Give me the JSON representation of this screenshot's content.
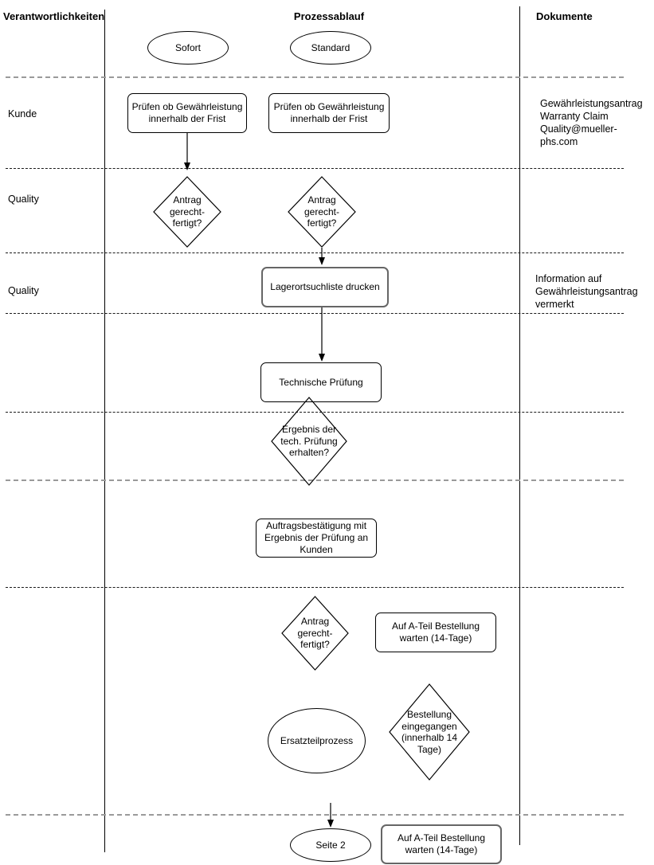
{
  "header": {
    "responsibilities": "Verantwortlichkeiten",
    "process": "Prozessablauf",
    "documents": "Dokumente"
  },
  "lanes": {
    "lane1": "Kunde",
    "lane2": "Quality",
    "lane3": "Quality"
  },
  "nodes": {
    "start_sofort": "Sofort",
    "start_standard": "Standard",
    "check_warranty_1": "Prüfen ob Gewährleistung innerhalb der Frist",
    "check_warranty_2": "Prüfen ob Gewährleistung innerhalb der Frist",
    "justified_1": "Antrag gerecht- fertigt?",
    "justified_2": "Antrag gerecht- fertigt?",
    "print_storage_list": "Lagerortsuchliste drucken",
    "technical_check": "Technische Prüfung",
    "result_received": "Ergebnis der tech. Prüfung erhalten?",
    "order_confirmation": "Auftragsbestätigung mit Ergebnis der Prüfung an Kunden",
    "justified_3": "Antrag gerecht- fertigt?",
    "wait_a_part_order_1": "Auf A-Teil Bestellung warten (14-Tage)",
    "spare_part_process": "Ersatzteilprozess",
    "order_received": "Bestellung eingegangen (innerhalb 14 Tage)",
    "page_2": "Seite 2",
    "wait_a_part_order_2": "Auf A-Teil Bestellung warten (14-Tage)"
  },
  "documents": {
    "claim_info": "Gewährleistungsantrag\nWarranty Claim\nQuality@mueller-phs.com",
    "note_info": "Information auf\nGewährleistungsantrag\nvermerkt"
  },
  "colors": {
    "stroke": "#000000",
    "gray_border": "#666666",
    "gray_dash": "#9a9a9a"
  }
}
